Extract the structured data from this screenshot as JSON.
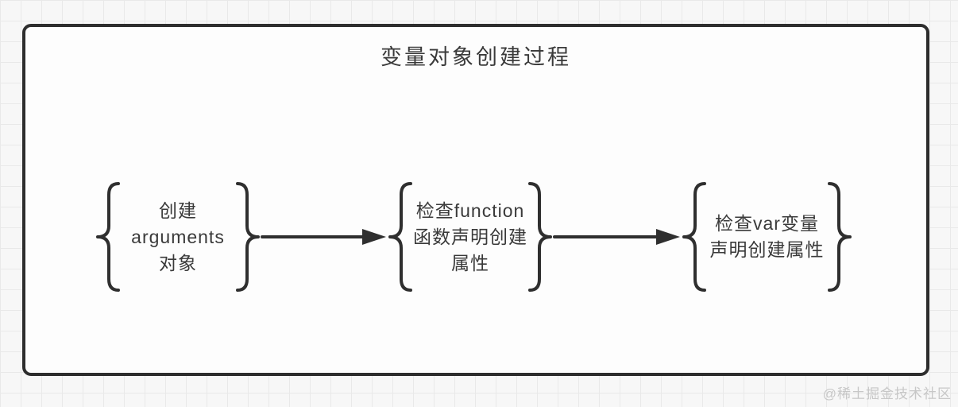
{
  "title": "变量对象创建过程",
  "watermark": "@稀土掘金技术社区",
  "diagram": {
    "nodes": [
      {
        "id": "create-arguments",
        "lines": [
          "创建",
          "arguments",
          "对象"
        ]
      },
      {
        "id": "check-function-declarations",
        "lines": [
          "检查function",
          "函数声明创建",
          "属性"
        ]
      },
      {
        "id": "check-var-declarations",
        "lines": [
          "检查var变量",
          "声明创建属性"
        ]
      }
    ],
    "connectors": [
      {
        "from": "create-arguments",
        "to": "check-function-declarations",
        "type": "arrow-right"
      },
      {
        "from": "check-function-declarations",
        "to": "check-var-declarations",
        "type": "arrow-right"
      }
    ]
  },
  "colors": {
    "ink": "#3a3a3a",
    "stroke": "#2f2f2f",
    "frame_border": "#2d2d2d",
    "frame_bg": "#fdfdfd",
    "page_bg": "#f7f7f7",
    "grid_line": "#e9e9e9",
    "watermark": "#c7c7c7"
  }
}
